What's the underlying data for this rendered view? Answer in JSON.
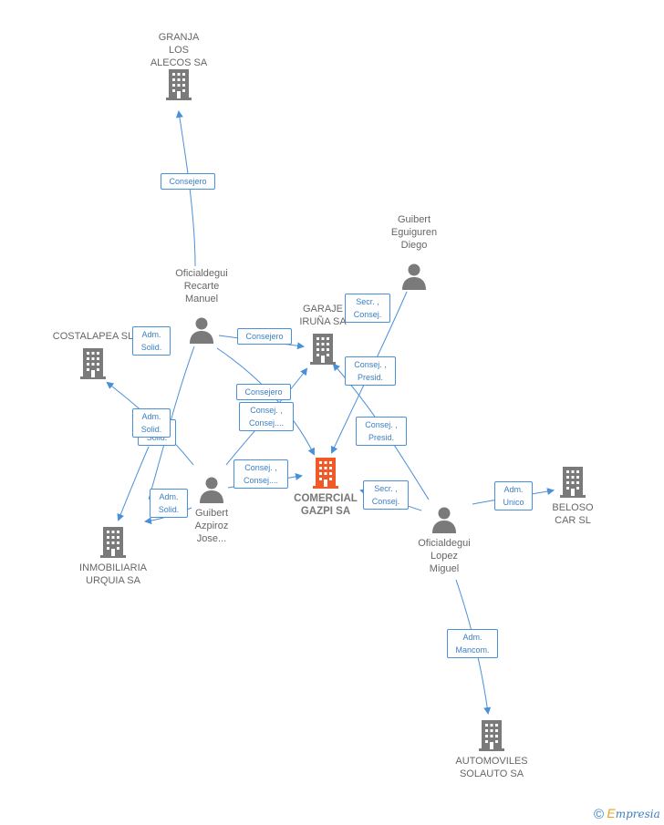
{
  "colors": {
    "edge": "#4a90d9",
    "building": "#7a7a7a",
    "center_building": "#f05a28",
    "person": "#7a7a7a"
  },
  "nodes": {
    "granja": {
      "label": "GRANJA\nLOS\nALECOS SA",
      "icon": "building-icon"
    },
    "oficialdegui_recarte": {
      "label": "Oficialdegui\nRecarte\nManuel",
      "icon": "person-icon"
    },
    "guibert_eguiguren": {
      "label": "Guibert\nEguiguren\nDiego",
      "icon": "person-icon"
    },
    "costalapea": {
      "label": "COSTALAPEA SL",
      "icon": "building-icon"
    },
    "garaje": {
      "label": "GARAJE\nIRUÑA SA",
      "icon": "building-icon"
    },
    "comercial": {
      "label": "COMERCIAL\nGAZPI SA",
      "icon": "building-icon"
    },
    "guibert_azpiroz": {
      "label": "Guibert\nAzpiroz\nJose...",
      "icon": "person-icon"
    },
    "inmobiliaria": {
      "label": "INMOBILIARIA\nURQUIA SA",
      "icon": "building-icon"
    },
    "oficialdegui_lopez": {
      "label": "Oficialdegui\nLopez\nMiguel",
      "icon": "person-icon"
    },
    "beloso": {
      "label": "BELOSO\nCAR SL",
      "icon": "building-icon"
    },
    "automoviles": {
      "label": "AUTOMOVILES\nSOLAUTO SA",
      "icon": "building-icon"
    }
  },
  "relations": {
    "r1": "Consejero",
    "r2": "Consejero",
    "r3": "Adm.\nSolid.",
    "r4": "Secr. ,\nConsej.",
    "r5": "Consej. ,\nPresid.",
    "r6": "Consejero",
    "r7": "Consej. ,\nConsej....",
    "r8": "Adm.\nSolid.",
    "r9": "Solid.",
    "r10": "Consej. ,\nPresid.",
    "r11": "Consej. ,\nConsej....",
    "r12": "Adm.\nSolid.",
    "r13": "Secr. ,\nConsej.",
    "r14": "Adm.\nUnico",
    "r15": "Adm.\nMancom."
  },
  "brand": {
    "copyright": "©",
    "e": "E",
    "name": "mpresia"
  }
}
